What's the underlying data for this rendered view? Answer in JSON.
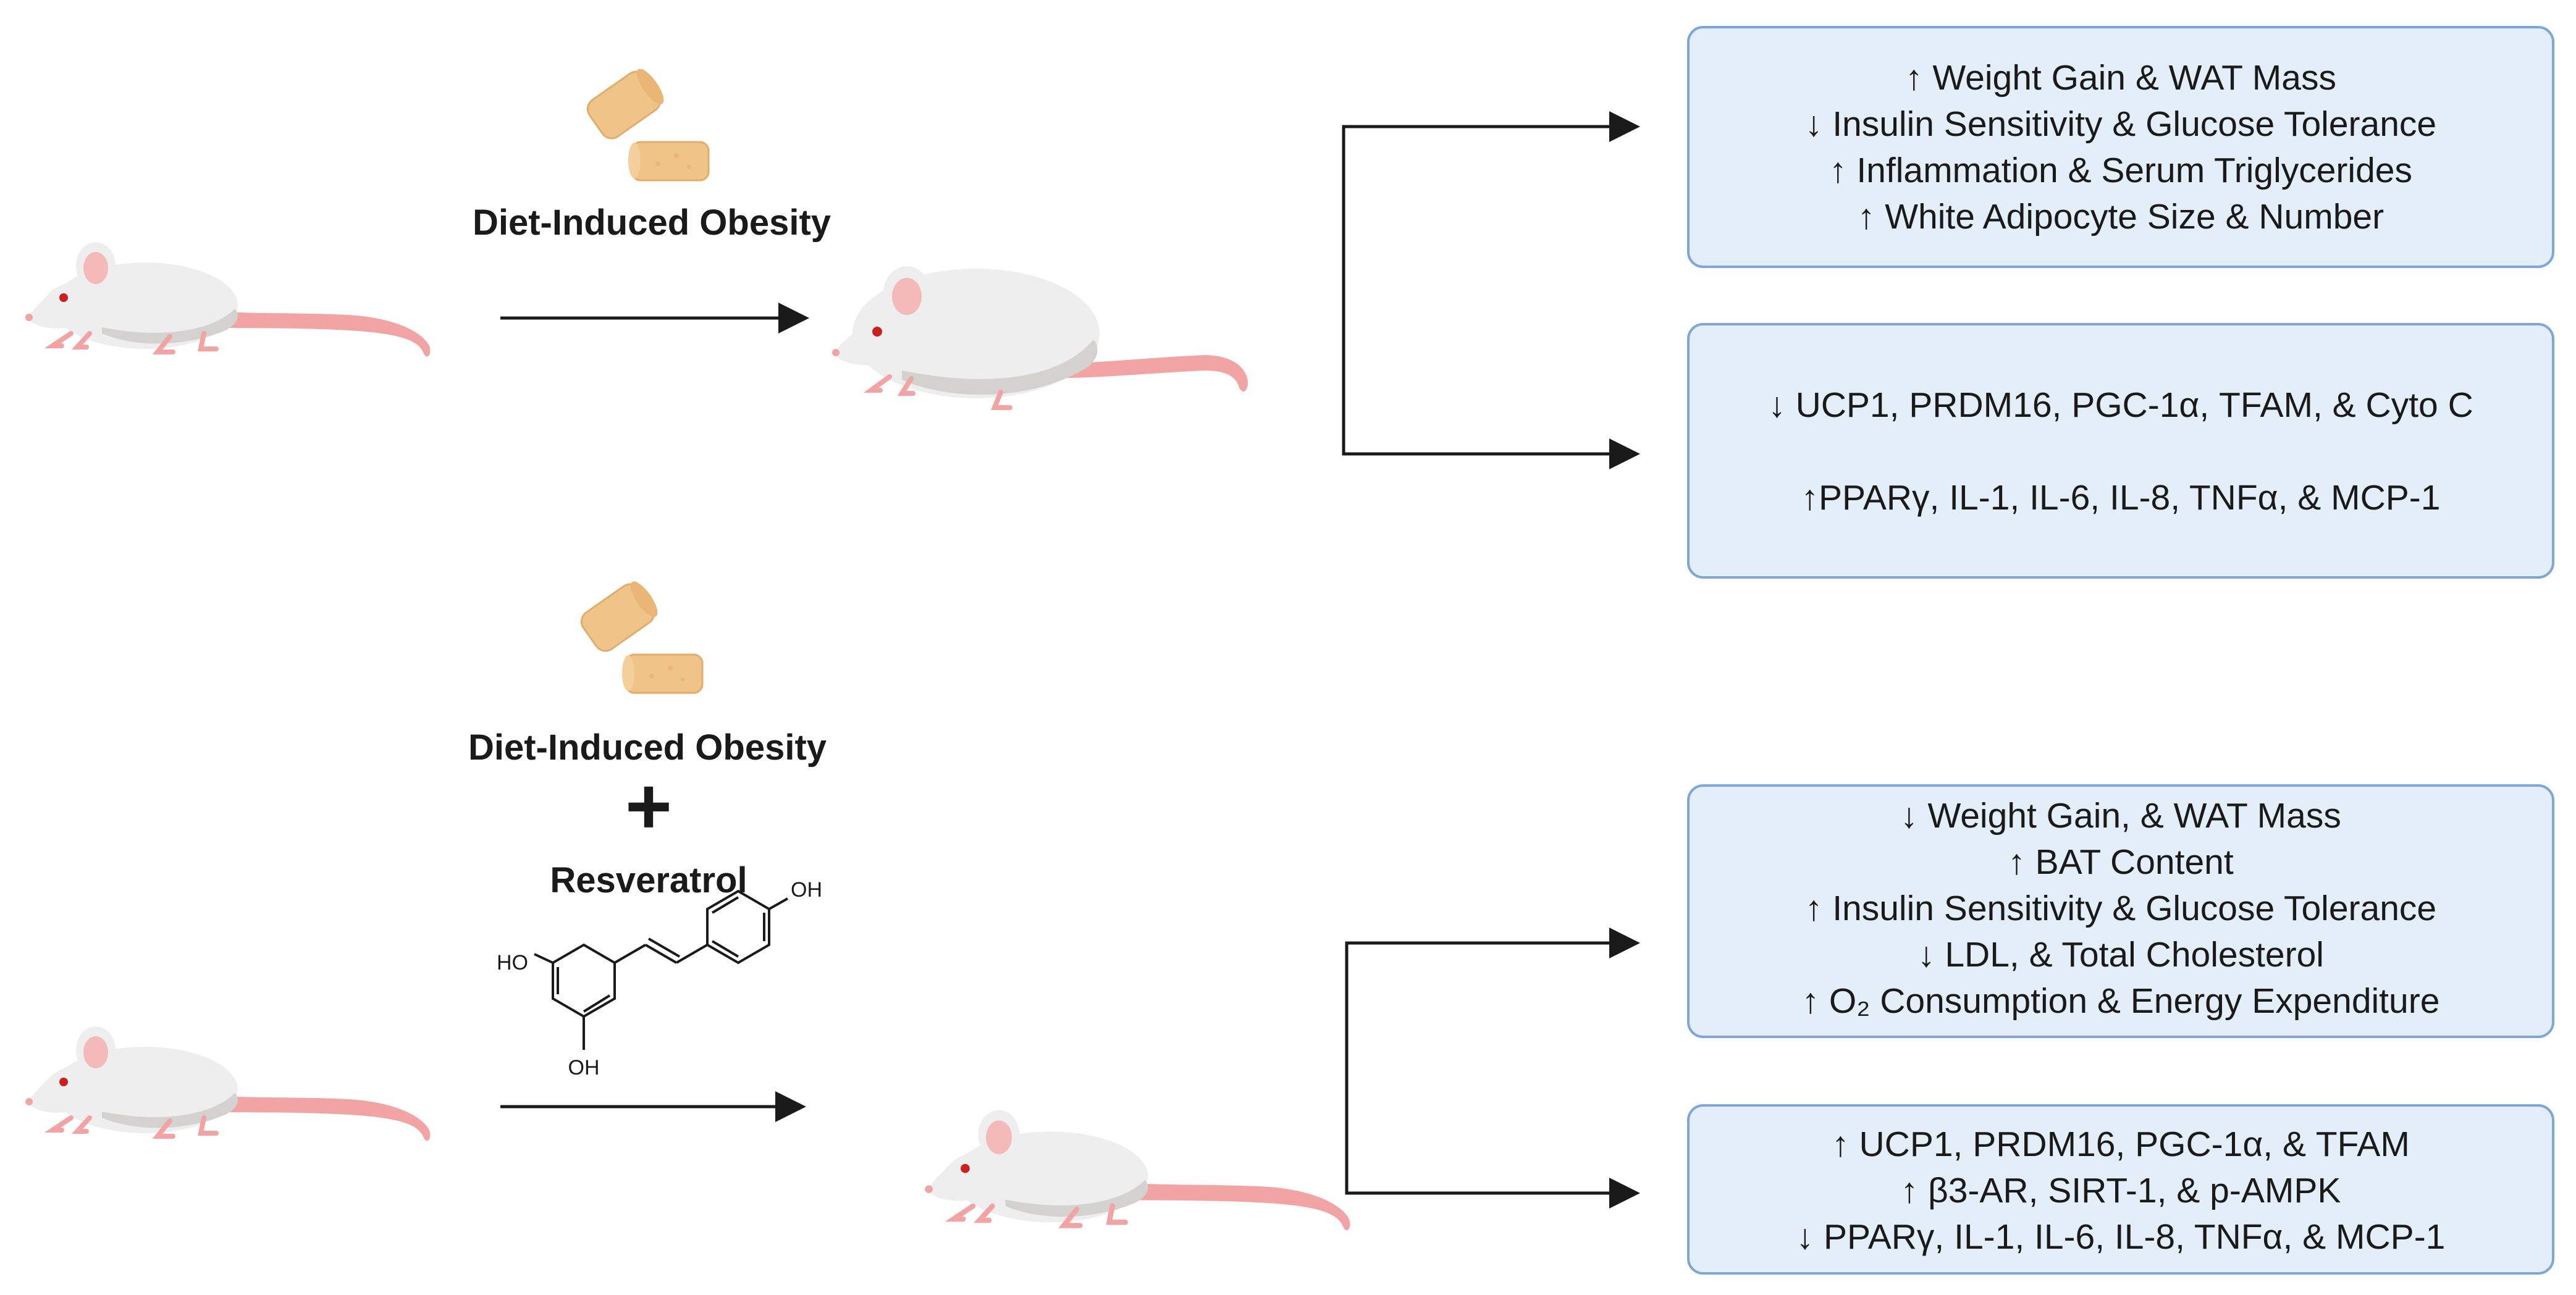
{
  "top_panel": {
    "diet_label": "Diet-Induced Obesity",
    "outcome_box_1": {
      "lines": [
        "↑ Weight Gain & WAT Mass",
        "↓ Insulin Sensitivity & Glucose Tolerance",
        "↑ Inflammation & Serum Triglycerides",
        "↑ White Adipocyte Size & Number"
      ]
    },
    "outcome_box_2": {
      "lines": [
        "↓ UCP1, PRDM16, PGC-1α, TFAM, & Cyto C",
        "↑PPARγ, IL-1, IL-6, IL-8, TNFα, & MCP-1"
      ]
    }
  },
  "bottom_panel": {
    "diet_label": "Diet-Induced Obesity",
    "plus_sign": "+",
    "treatment_label": "Resveratrol",
    "molecule": {
      "oh_left": "HO",
      "oh_bottom": "OH",
      "oh_right": "OH"
    },
    "outcome_box_1": {
      "lines": [
        "↓ Weight Gain, & WAT Mass",
        "↑ BAT Content",
        "↑ Insulin Sensitivity & Glucose Tolerance",
        "↓ LDL, & Total Cholesterol",
        "↑ O₂ Consumption & Energy Expenditure"
      ]
    },
    "outcome_box_2": {
      "lines": [
        "↑ UCP1, PRDM16, PGC-1α, & TFAM",
        "↑ β3-AR, SIRT-1, & p-AMPK",
        "↓ PPARγ, IL-1, IL-6, IL-8, TNFα, & MCP-1"
      ]
    }
  },
  "colors": {
    "box_fill": "#e3eef9",
    "box_stroke": "#7ea7d8",
    "mouse_body": "#eeeeee",
    "mouse_shadow": "#d4d2cf",
    "mouse_tail": "#f2a3a3",
    "mouse_ear": "#f4b9b9",
    "mouse_eye": "#cc1f1f",
    "pellet": "#f0c488",
    "arrow": "#1a1a1a"
  }
}
